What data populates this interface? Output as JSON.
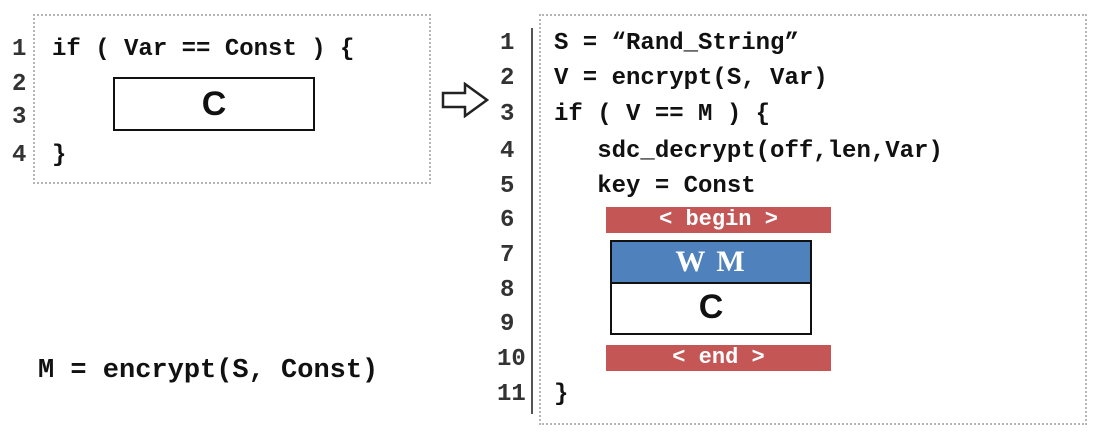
{
  "original": {
    "line_numbers": [
      "1",
      "2",
      "3",
      "4"
    ],
    "code": [
      "if ( Var == Const ) {",
      "}"
    ],
    "block_label": "C"
  },
  "transformed": {
    "line_numbers": [
      "1",
      "2",
      "3",
      "4",
      "5",
      "6",
      "7",
      "8",
      "9",
      "10",
      "11"
    ],
    "code": [
      "S = “Rand_String”",
      "V = encrypt(S, Var)",
      "if ( V == M ) {",
      "   sdc_decrypt(off,len,Var)",
      "   key = Const",
      "}"
    ],
    "begin_marker": "< begin >",
    "end_marker": "< end >",
    "wm_label": "W M",
    "block_label": "C"
  },
  "equation": "M = encrypt(S, Const)",
  "colors": {
    "marker": "#c45656",
    "wm": "#4f81bd",
    "panel_border": "#b5b5b5"
  }
}
